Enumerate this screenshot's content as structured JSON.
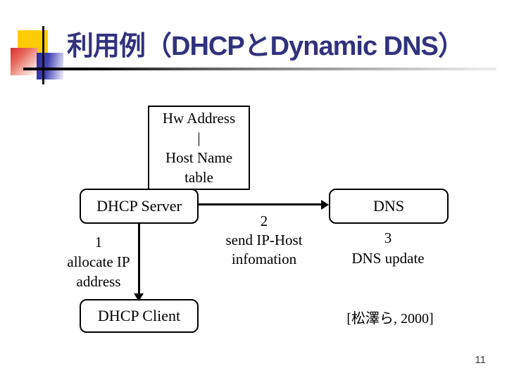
{
  "title": {
    "text": "利用例（DHCPとDynamic DNS）",
    "color": "#31317E"
  },
  "decoration_colors": {
    "yellow_square": "#FFCB05",
    "red_square": "#D92B2B",
    "blue_square": "#2B2BA0"
  },
  "diagram": {
    "table_box": {
      "lines": [
        "Hw Address",
        "|",
        "Host Name",
        "table"
      ]
    },
    "server_box": {
      "label": "DHCP Server"
    },
    "dns_box": {
      "label": "DNS"
    },
    "client_box": {
      "label": "DHCP Client"
    },
    "step1": {
      "number": "1",
      "lines": [
        "allocate IP",
        "address"
      ]
    },
    "step2": {
      "number": "2",
      "lines": [
        "send IP-Host",
        "infomation"
      ]
    },
    "step3": {
      "number": "3",
      "lines": [
        "DNS update"
      ]
    }
  },
  "footer": {
    "citation": "[松澤ら, 2000]",
    "page_number": "11"
  }
}
